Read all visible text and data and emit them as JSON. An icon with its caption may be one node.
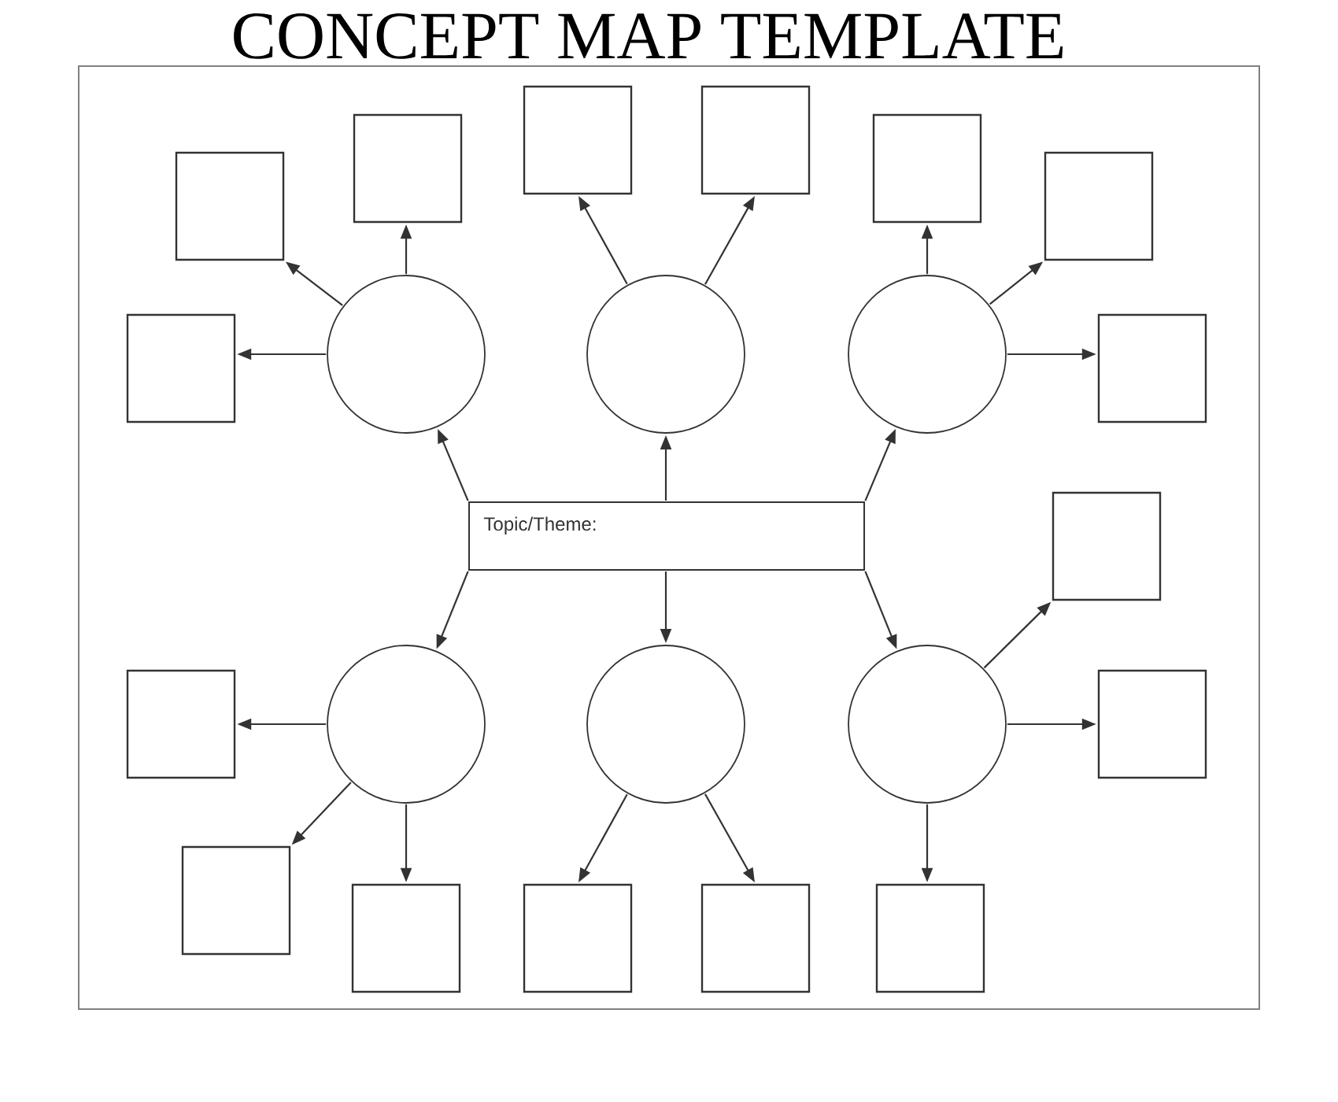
{
  "diagram": {
    "title": "CONCEPT MAP TEMPLATE",
    "nodes": [
      {
        "text": [
          "Topic/Theme:"
        ]
      },
      {
        "text": [],
        "shape": "circle"
      },
      {
        "text": [],
        "shape": "circle"
      },
      {
        "text": [],
        "shape": "circle"
      },
      {
        "text": [],
        "shape": "circle"
      },
      {
        "text": [],
        "shape": "circle"
      },
      {
        "text": [],
        "shape": "circle"
      },
      {
        "text": [],
        "shape": "box"
      },
      {
        "text": [],
        "shape": "box"
      },
      {
        "text": [],
        "shape": "box"
      },
      {
        "text": [],
        "shape": "box"
      },
      {
        "text": [],
        "shape": "box"
      },
      {
        "text": [],
        "shape": "box"
      },
      {
        "text": [],
        "shape": "box"
      },
      {
        "text": [],
        "shape": "box"
      },
      {
        "text": [],
        "shape": "box"
      },
      {
        "text": [],
        "shape": "box"
      },
      {
        "text": [],
        "shape": "box"
      },
      {
        "text": [],
        "shape": "box"
      },
      {
        "text": [],
        "shape": "box"
      },
      {
        "text": [],
        "shape": "box"
      },
      {
        "text": [],
        "shape": "box"
      },
      {
        "text": [],
        "shape": "box"
      }
    ],
    "edges": [
      {
        "from": 0,
        "to": 1,
        "arrow": "to"
      },
      {
        "from": 0,
        "to": 2,
        "arrow": "to"
      },
      {
        "from": 0,
        "to": 3,
        "arrow": "to"
      },
      {
        "from": 0,
        "to": 4,
        "arrow": "to"
      },
      {
        "from": 0,
        "to": 5,
        "arrow": "to"
      },
      {
        "from": 0,
        "to": 6,
        "arrow": "to"
      },
      {
        "from": 1,
        "to": 11,
        "arrow": "to"
      },
      {
        "from": 1,
        "to": 9,
        "arrow": "to"
      },
      {
        "from": 1,
        "to": 13,
        "arrow": "to"
      },
      {
        "from": 2,
        "to": 7,
        "arrow": "to"
      },
      {
        "from": 2,
        "to": 8,
        "arrow": "to"
      },
      {
        "from": 3,
        "to": 10,
        "arrow": "to"
      },
      {
        "from": 3,
        "to": 12,
        "arrow": "to"
      },
      {
        "from": 3,
        "to": 14,
        "arrow": "to"
      },
      {
        "from": 4,
        "to": 16,
        "arrow": "to"
      },
      {
        "from": 4,
        "to": 18,
        "arrow": "to"
      },
      {
        "from": 4,
        "to": 19,
        "arrow": "to"
      },
      {
        "from": 5,
        "to": 20,
        "arrow": "to"
      },
      {
        "from": 5,
        "to": 21,
        "arrow": "to"
      },
      {
        "from": 6,
        "to": 22,
        "arrow": "to"
      },
      {
        "from": 6,
        "to": 17,
        "arrow": "to"
      },
      {
        "from": 6,
        "to": 15,
        "arrow": "to"
      }
    ]
  }
}
